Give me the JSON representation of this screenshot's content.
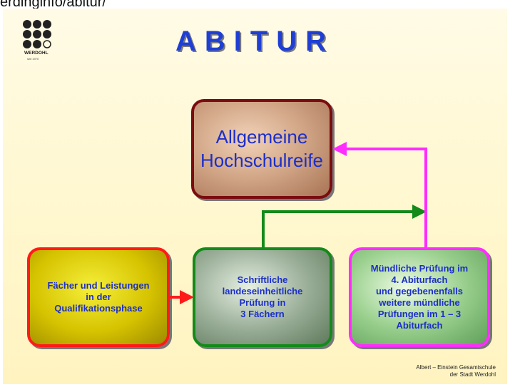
{
  "url_fragment": "erdinginfo/abitur/",
  "title": "ABITUR",
  "logo": {
    "text": "WERDOHL",
    "subtext": "seit 1970"
  },
  "boxes": {
    "main": "Allgemeine\nHochschulreife",
    "faecher": "Fächer und Leistungen\nin der\nQualifikationsphase",
    "schriftlich": "Schriftliche\nlandeseinheitliche\nPrüfung in\n3 Fächern",
    "muendlich": "Mündliche Prüfung im\n4. Abiturfach\nund gegebenenfalls\nweitere mündliche\nPrüfungen im 1 – 3\nAbiturfach"
  },
  "footer": {
    "line1": "Albert – Einstein Gesamtschule",
    "line2": "der Stadt Werdohl"
  },
  "colors": {
    "title": "#1f3fd4",
    "arrow_red": "#ff1a1a",
    "arrow_green": "#138a1a",
    "arrow_magenta": "#ff2cff"
  }
}
